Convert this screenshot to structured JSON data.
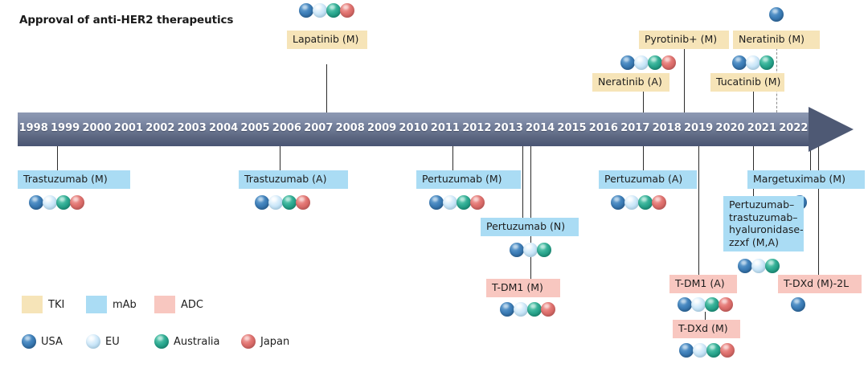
{
  "title": "Approval of anti-HER2 therapeutics",
  "timeline": {
    "years": [
      1998,
      1999,
      2000,
      2001,
      2002,
      2003,
      2004,
      2005,
      2006,
      2007,
      2008,
      2009,
      2010,
      2011,
      2012,
      2013,
      2014,
      2015,
      2016,
      2017,
      2018,
      2019,
      2020,
      2021,
      2022
    ],
    "arrow": "right-arrow-icon"
  },
  "legend": {
    "classes": [
      {
        "label": "TKI",
        "color": "#f6e4b8"
      },
      {
        "label": "mAb",
        "color": "#aadcf4"
      },
      {
        "label": "ADC",
        "color": "#f8c7c0"
      }
    ],
    "regions": [
      {
        "label": "USA",
        "color": "#3f80ba"
      },
      {
        "label": "EU",
        "color": "#a9d8f4"
      },
      {
        "label": "Australia",
        "color": "#2eab92"
      },
      {
        "label": "Japan",
        "color": "#e0726f"
      }
    ]
  },
  "approvals": [
    {
      "label": "Lapatinib (M)",
      "drug_class": "TKI",
      "side": "above",
      "year": 2007,
      "regions": [
        "USA",
        "EU",
        "Australia",
        "Japan"
      ]
    },
    {
      "label": "Neratinib (A)",
      "drug_class": "TKI",
      "side": "above",
      "year": 2017,
      "regions": [
        "USA",
        "EU",
        "Australia",
        "Japan"
      ]
    },
    {
      "label": "Pyrotinib+ (M)",
      "drug_class": "TKI",
      "side": "above",
      "year": 2018,
      "regions": []
    },
    {
      "label": "Tucatinib (M)",
      "drug_class": "TKI",
      "side": "above",
      "year": 2020,
      "regions": [
        "USA",
        "EU",
        "Australia"
      ]
    },
    {
      "label": "Neratinib (M)",
      "drug_class": "TKI",
      "side": "above",
      "year": 2020,
      "regions": [
        "USA"
      ]
    },
    {
      "label": "Trastuzumab (M)",
      "drug_class": "mAb",
      "side": "below",
      "year": 1998,
      "regions": [
        "USA",
        "EU",
        "Australia",
        "Japan"
      ]
    },
    {
      "label": "Trastuzumab (A)",
      "drug_class": "mAb",
      "side": "below",
      "year": 2006,
      "regions": [
        "USA",
        "EU",
        "Australia",
        "Japan"
      ]
    },
    {
      "label": "Pertuzumab (M)",
      "drug_class": "mAb",
      "side": "below",
      "year": 2012,
      "regions": [
        "USA",
        "EU",
        "Australia",
        "Japan"
      ]
    },
    {
      "label": "Pertuzumab (N)",
      "drug_class": "mAb",
      "side": "below",
      "year": 2013,
      "regions": [
        "USA",
        "EU",
        "Australia"
      ]
    },
    {
      "label": "Pertuzumab (A)",
      "drug_class": "mAb",
      "side": "below",
      "year": 2017,
      "regions": [
        "USA",
        "EU",
        "Australia",
        "Japan"
      ]
    },
    {
      "label": "Margetuximab (M)",
      "drug_class": "mAb",
      "side": "below",
      "year": 2021,
      "regions": [
        "USA"
      ]
    },
    {
      "label": "Pertuzumab–trastuzumab–hyaluronidase-zzxf (M,A)",
      "drug_class": "mAb",
      "side": "below",
      "year": 2020,
      "regions": [
        "USA",
        "EU",
        "Australia"
      ]
    },
    {
      "label": "T-DM1 (M)",
      "drug_class": "ADC",
      "side": "below",
      "year": 2013,
      "regions": [
        "USA",
        "EU",
        "Australia",
        "Japan"
      ]
    },
    {
      "label": "T-DM1 (A)",
      "drug_class": "ADC",
      "side": "below",
      "year": 2019,
      "regions": [
        "USA",
        "EU",
        "Australia",
        "Japan"
      ]
    },
    {
      "label": "T-DXd (M)",
      "drug_class": "ADC",
      "side": "below",
      "year": 2019,
      "regions": [
        "USA",
        "EU",
        "Australia",
        "Japan"
      ]
    },
    {
      "label": "T-DXd (M)-2L",
      "drug_class": "ADC",
      "side": "below",
      "year": 2022,
      "regions": [
        "USA"
      ]
    }
  ]
}
